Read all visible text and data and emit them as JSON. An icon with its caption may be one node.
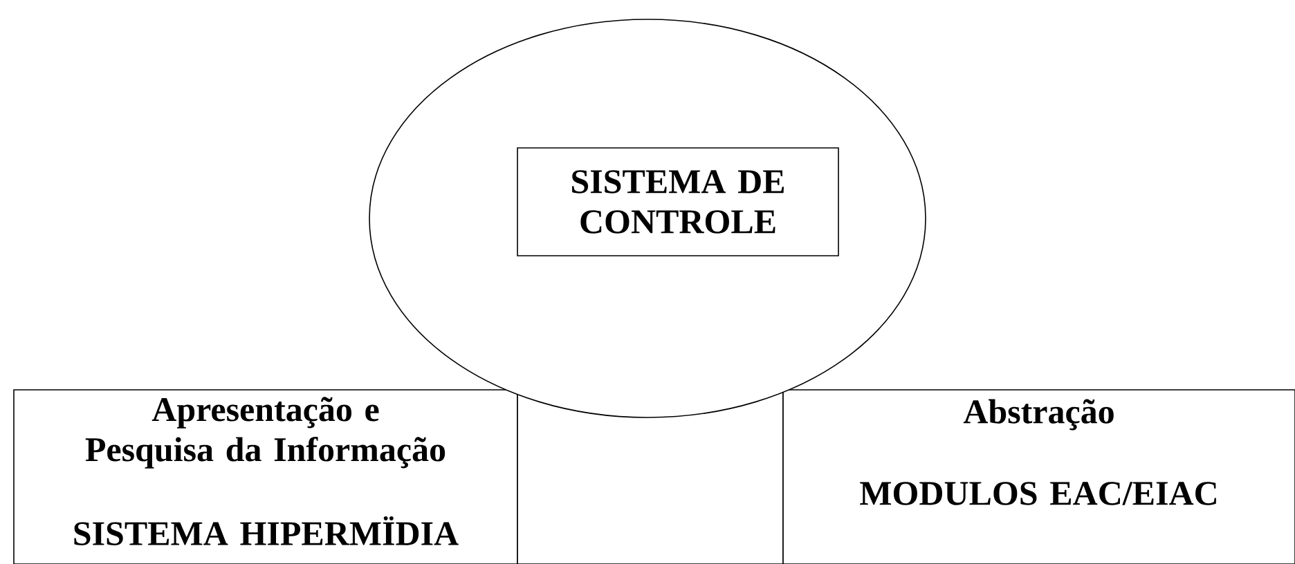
{
  "diagram": {
    "nodes": [
      {
        "text": [],
        "shape": "circle"
      },
      {
        "text": [
          "SISTEMA DE CONTROLE"
        ],
        "in": 0
      },
      {
        "text": [
          "Apresentação e Pesquisa da Informação",
          "SISTEMA HIPERMÏDIA"
        ]
      },
      {
        "text": [],
        "shape": "box"
      },
      {
        "text": [
          "Abstração",
          "MODULOS EAC/EIAC"
        ]
      }
    ]
  }
}
